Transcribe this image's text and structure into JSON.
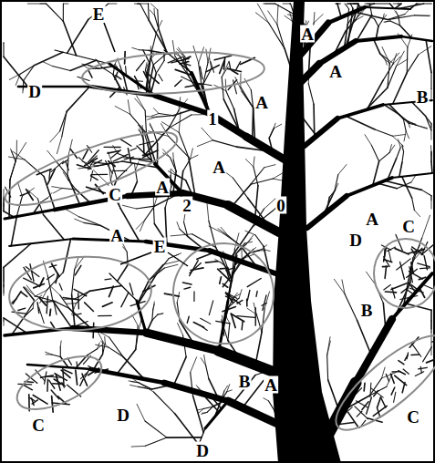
{
  "diagram": {
    "labels": [
      "E",
      "A",
      "A",
      "D",
      "B",
      "A",
      "1",
      "A",
      "A",
      "C",
      "2",
      "0",
      "A",
      "C",
      "A",
      "D",
      "E",
      "B",
      "B",
      "A",
      "D",
      "C",
      "C",
      "D"
    ]
  }
}
